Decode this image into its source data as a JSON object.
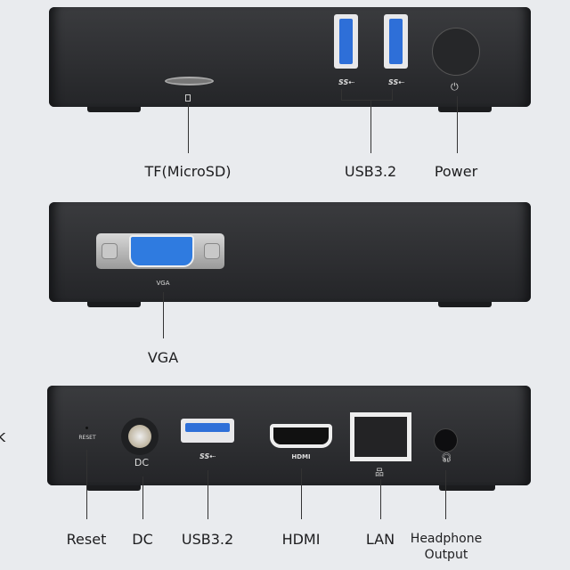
{
  "edge_fragment": "k",
  "front": {
    "labels": {
      "tf": "TF(MicroSD)",
      "usb": "USB3.2",
      "power": "Power"
    },
    "ss_marks": [
      "SS⇠",
      "SS⇠"
    ],
    "colors": {
      "usb_blue": "#2e6fd8",
      "body": "#2d2e31"
    }
  },
  "side": {
    "port_text": "VGA",
    "label": "VGA",
    "colors": {
      "vga_blue": "#2f7be0"
    }
  },
  "rear": {
    "reset_text": "RESET",
    "dc_text": "DC",
    "ss_mark": "SS⇠",
    "hdmi_text": "HDMI",
    "labels": {
      "reset": "Reset",
      "dc": "DC",
      "usb": "USB3.2",
      "hdmi": "HDMI",
      "lan": "LAN",
      "headphone_line1": "Headphone",
      "headphone_line2": "Output"
    }
  }
}
